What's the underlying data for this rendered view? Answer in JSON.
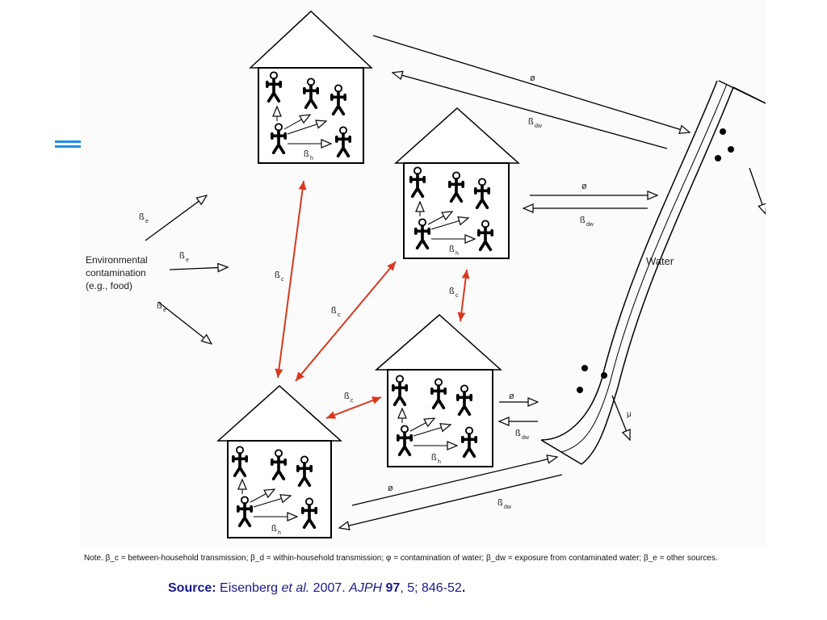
{
  "figure": {
    "env_label_line1": "Environmental",
    "env_label_line2": "contamination",
    "env_label_line3": "(e.g., food)",
    "water_label": "Water",
    "beta_symbol": "ß",
    "sub_e": "e",
    "sub_c": "c",
    "sub_h": "h",
    "sub_dw": "dw",
    "phi": "ø",
    "mu": "μ"
  },
  "note": "Note. β_c = between-household transmission; β_d = within-household transmission; φ = contamination of water; β_dw = exposure from contaminated water; β_e = other sources.",
  "source": {
    "label": "Source:",
    "author": "Eisenberg",
    "etal": "et al.",
    "year": "2007.",
    "journal": "AJPH",
    "volume": "97",
    "rest": ", 5; 846-52",
    "end": "."
  },
  "colors": {
    "accent_blue": "#1e90e8",
    "red_arrow": "#d9381e",
    "source_text": "#1a1a8c"
  }
}
